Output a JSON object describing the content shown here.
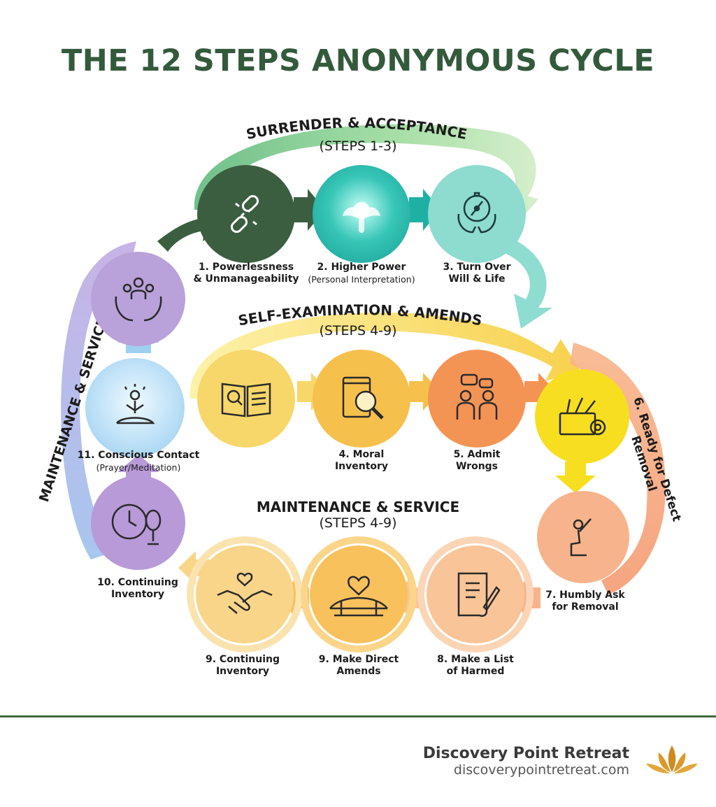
{
  "title": "THE 12 STEPS ANONYMOUS CYCLE",
  "phases": {
    "surrender": {
      "title": "SURRENDER & ACCEPTANCE",
      "sub": "(STEPS 1-3)"
    },
    "self_exam": {
      "title": "SELF-EXAMINATION & AMENDS",
      "sub": "(STEPS 4-9)"
    },
    "maintenance_center": {
      "title": "MAINTENANCE & SERVICE",
      "sub": "(STEPS 4-9)"
    },
    "maintenance_side": {
      "title": "MAINTENANCE & SERVICE"
    },
    "ready_side": {
      "title": "6. Ready for Defect Removal"
    }
  },
  "steps": {
    "s1": {
      "line1": "1. Powerlessness",
      "line2": "& Unmanageability",
      "icon": "broken-chain-icon",
      "color": "#3b5e40"
    },
    "s2": {
      "line1": "2. Higher Power",
      "line2": "(Personal Interpretation)",
      "icon": "angel-light-icon",
      "color": "#1fb0a4"
    },
    "s3": {
      "line1": "3. Turn Over",
      "line2": "Will & Life",
      "icon": "compass-hands-icon",
      "color": "#8edbd0"
    },
    "s4": {
      "line1": "4. Moral",
      "line2": "Inventory",
      "icon": "open-book-icon",
      "color": "#f7d76a"
    },
    "s4b": {
      "icon": "magnifier-book-icon",
      "color": "#f6c04c"
    },
    "s5": {
      "line1": "5. Admit",
      "line2": "Wrongs",
      "icon": "conversation-icon",
      "color": "#f49454"
    },
    "s6": {
      "icon": "toolbox-icon",
      "color": "#f8de20"
    },
    "s7": {
      "line1": "7. Humbly Ask",
      "line2": "for Removal",
      "icon": "kneeling-person-icon",
      "color": "#f7b48c"
    },
    "s8": {
      "line1": "8. Make a List",
      "line2": "of Harmed",
      "icon": "scroll-list-icon",
      "color": "#f9c497"
    },
    "s9a": {
      "line1": "9. Make Direct",
      "line2": "Amends",
      "icon": "heart-bridge-icon",
      "color": "#f8c15c"
    },
    "s9b": {
      "line1": "9. Continuing",
      "line2": "Inventory",
      "icon": "handshake-icon",
      "color": "#f9d58a"
    },
    "s10": {
      "line1": "10. Continuing",
      "line2": "Inventory",
      "icon": "clock-mirror-icon",
      "color": "#b89ad8"
    },
    "s11": {
      "line1": "11. Conscious Contact",
      "line2": "(Prayer/Meditation)",
      "icon": "meditation-icon",
      "color": "#9fd0ef"
    },
    "s12": {
      "icon": "group-hands-icon",
      "color": "#b9a1da"
    }
  },
  "footer": {
    "name": "Discovery Point Retreat",
    "url": "discoverypointretreat.com",
    "logo_icon": "lotus-logo-icon"
  }
}
